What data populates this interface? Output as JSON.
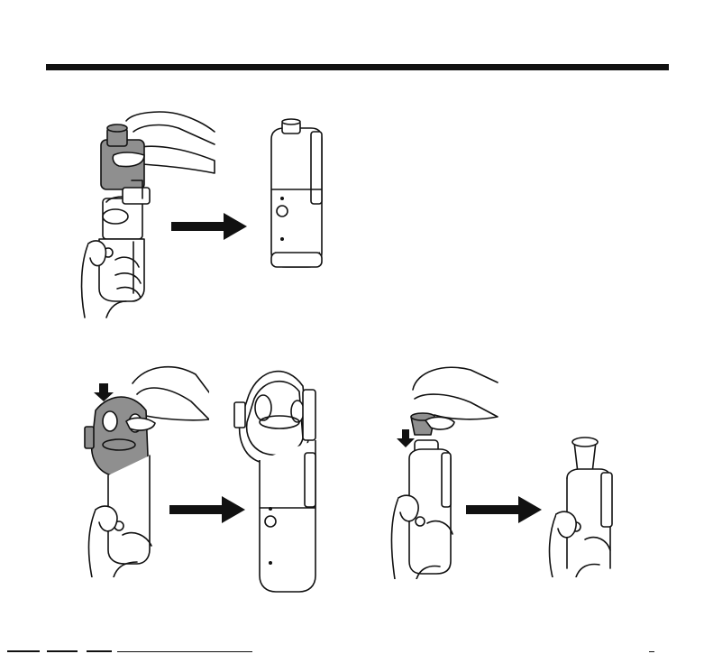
{
  "colors": {
    "ink": "#111111",
    "shade": "#8f8f8f",
    "paper": "#ffffff"
  },
  "steps": [
    {
      "name": "attach-medication-bottle",
      "icons": [
        "hand-icon",
        "nebulizer-body-icon",
        "medication-bottle-icon",
        "arrow-right-icon",
        "assembled-nebulizer-icon"
      ]
    },
    {
      "name": "attach-mask",
      "icons": [
        "hand-icon",
        "mask-icon",
        "arrow-down-icon",
        "arrow-right-icon",
        "nebulizer-with-mask-icon"
      ]
    },
    {
      "name": "attach-mouthpiece",
      "icons": [
        "hand-icon",
        "mouthpiece-icon",
        "arrow-down-icon",
        "arrow-right-icon",
        "nebulizer-with-mouthpiece-icon"
      ]
    }
  ]
}
